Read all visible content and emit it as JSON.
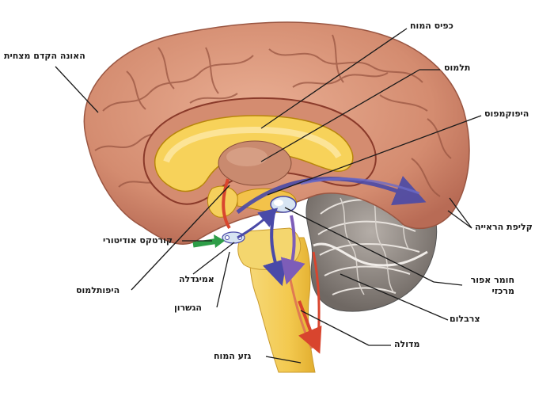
{
  "diagram": {
    "labels": {
      "prefrontal_cortex": "האונה הקדם מצחית",
      "corpus_callosum": "כפיס המוח",
      "thalamus": "תלמוס",
      "hippocampus": "היפוקמפוס",
      "visual_cortex": "קליפת הראייה",
      "auditory_cortex": "קורטקס אודיטורי",
      "amygdala": "אמיגדלה",
      "hypothalamus": "היפותלמוס",
      "pons": "הגשרון",
      "central_gray_matter_line1": "חומר אפור",
      "central_gray_matter_line2": "מרכזי",
      "cerebellum": "צרבלום",
      "medulla": "מדולה",
      "brainstem": "גזע המוח"
    },
    "colors": {
      "cortex": "#d9967a",
      "cortex_shadow": "#b86b55",
      "inner_yellow": "#f7d25a",
      "inner_light": "#fde9a6",
      "thalamus": "#c98a6f",
      "cerebellum": "#8c8580",
      "cerebellum_light": "#c9c3bd",
      "brainstem": "#f3cf63",
      "arrow_blue": "#4a4aa8",
      "arrow_red": "#d8452e",
      "arrow_green": "#2e9e48"
    }
  }
}
